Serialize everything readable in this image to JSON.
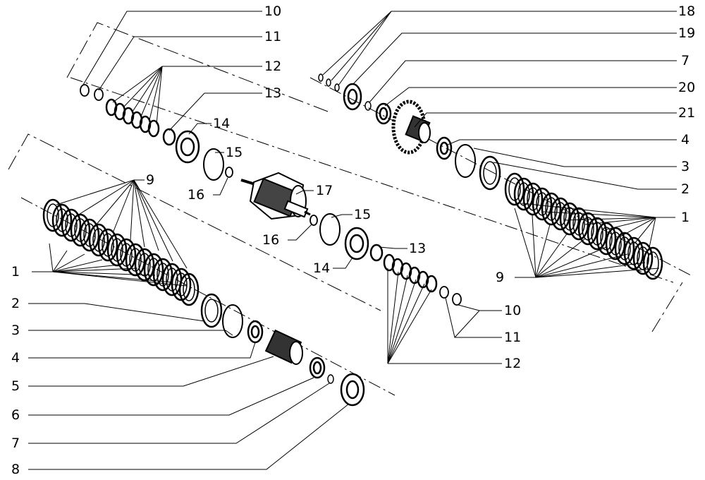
{
  "callouts": {
    "left": [
      "1",
      "2",
      "3",
      "4",
      "5",
      "6",
      "7",
      "8"
    ],
    "upper_left": [
      "10",
      "11",
      "12",
      "13",
      "14",
      "15",
      "16",
      "17",
      "9"
    ],
    "center": [
      "15",
      "16",
      "13",
      "14"
    ],
    "right_top": [
      "18",
      "19",
      "7",
      "20",
      "21",
      "4",
      "3",
      "2",
      "1"
    ],
    "right_mid": [
      "9",
      "10",
      "11",
      "12"
    ]
  }
}
